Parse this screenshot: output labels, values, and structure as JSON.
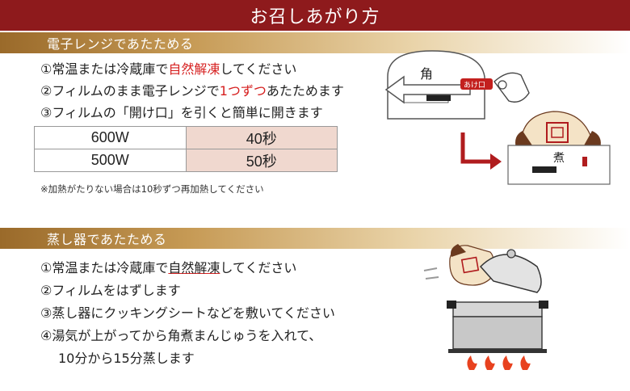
{
  "header": {
    "title": "お召しあがり方"
  },
  "microwave": {
    "title": "電子レンジであたためる",
    "step1": {
      "pre": "①常温または冷蔵庫で",
      "hl": "自然解凍",
      "post": "してください"
    },
    "step2": {
      "pre": "②フィルムのまま電子レンジで",
      "hl": "1つずつ",
      "post": "あたためます"
    },
    "step3": "③フィルムの「開け口」を引くと簡単に開きます",
    "table": [
      {
        "watt": "600W",
        "time": "40秒"
      },
      {
        "watt": "500W",
        "time": "50秒"
      }
    ],
    "note": "※加熱がたりない場合は10秒ずつ再加熱してください",
    "tab_label": "あけ口"
  },
  "steamer": {
    "title": "蒸し器であたためる",
    "step1": {
      "pre": "①常温または冷蔵庫で",
      "hl": "自然解凍",
      "post": "してください"
    },
    "step2": "②フィルムをはずします",
    "step3": "③蒸し器にクッキングシートなどを敷いてください",
    "step4a": "④湯気が上がってから角煮まんじゅうを入れて、",
    "step4b": "10分から15分蒸します"
  },
  "colors": {
    "header": "#8e1a1c",
    "accent": "#d62020",
    "cell": "#f0d8cf"
  }
}
